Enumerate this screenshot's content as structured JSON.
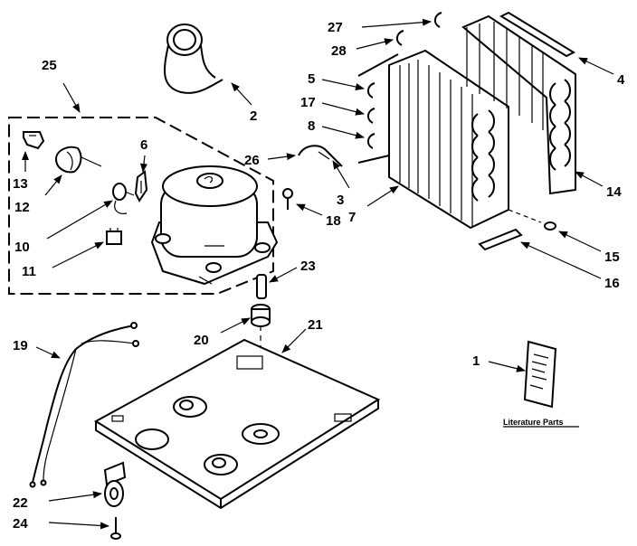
{
  "callouts": {
    "c1": "1",
    "c2": "2",
    "c3": "3",
    "c4": "4",
    "c5": "5",
    "c6": "6",
    "c7": "7",
    "c8": "8",
    "c10": "10",
    "c11": "11",
    "c12": "12",
    "c13": "13",
    "c14": "14",
    "c15": "15",
    "c16": "16",
    "c17": "17",
    "c18": "18",
    "c19": "19",
    "c20": "20",
    "c21": "21",
    "c22": "22",
    "c23": "23",
    "c24": "24",
    "c25": "25",
    "c26": "26",
    "c27": "27",
    "c28": "28"
  },
  "literature_caption": "Literature Parts"
}
